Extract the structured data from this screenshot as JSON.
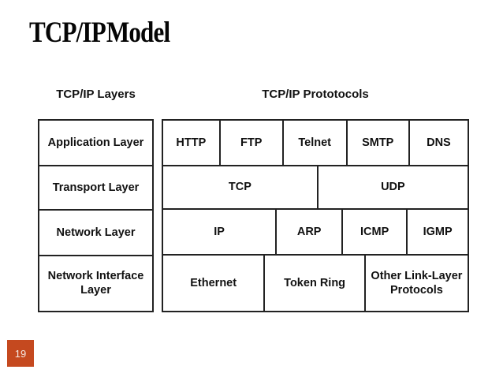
{
  "slide": {
    "title": "TCP/IP Model",
    "page_number": "19",
    "accent_color": "#C5491F",
    "background_color": "#FFFFFF",
    "border_color": "#222222"
  },
  "headers": {
    "layers": "TCP/IP Layers",
    "protocols": "TCP/IP Prototocols"
  },
  "layers_table": {
    "rows": [
      "Application Layer",
      "Transport Layer",
      "Network Layer",
      "Network Interface Layer"
    ]
  },
  "protocols_table": {
    "rows": [
      {
        "cells": [
          {
            "label": "HTTP"
          },
          {
            "label": "FTP"
          },
          {
            "label": "Telnet"
          },
          {
            "label": "SMTP"
          },
          {
            "label": "DNS"
          }
        ]
      },
      {
        "cells": [
          {
            "label": "TCP"
          },
          {
            "label": "UDP"
          }
        ]
      },
      {
        "cells": [
          {
            "label": "IP"
          },
          {
            "label": "ARP"
          },
          {
            "label": "ICMP"
          },
          {
            "label": "IGMP"
          }
        ]
      },
      {
        "cells": [
          {
            "label": "Ethernet"
          },
          {
            "label": "Token Ring"
          },
          {
            "label": "Other Link-Layer Protocols"
          }
        ]
      }
    ]
  }
}
